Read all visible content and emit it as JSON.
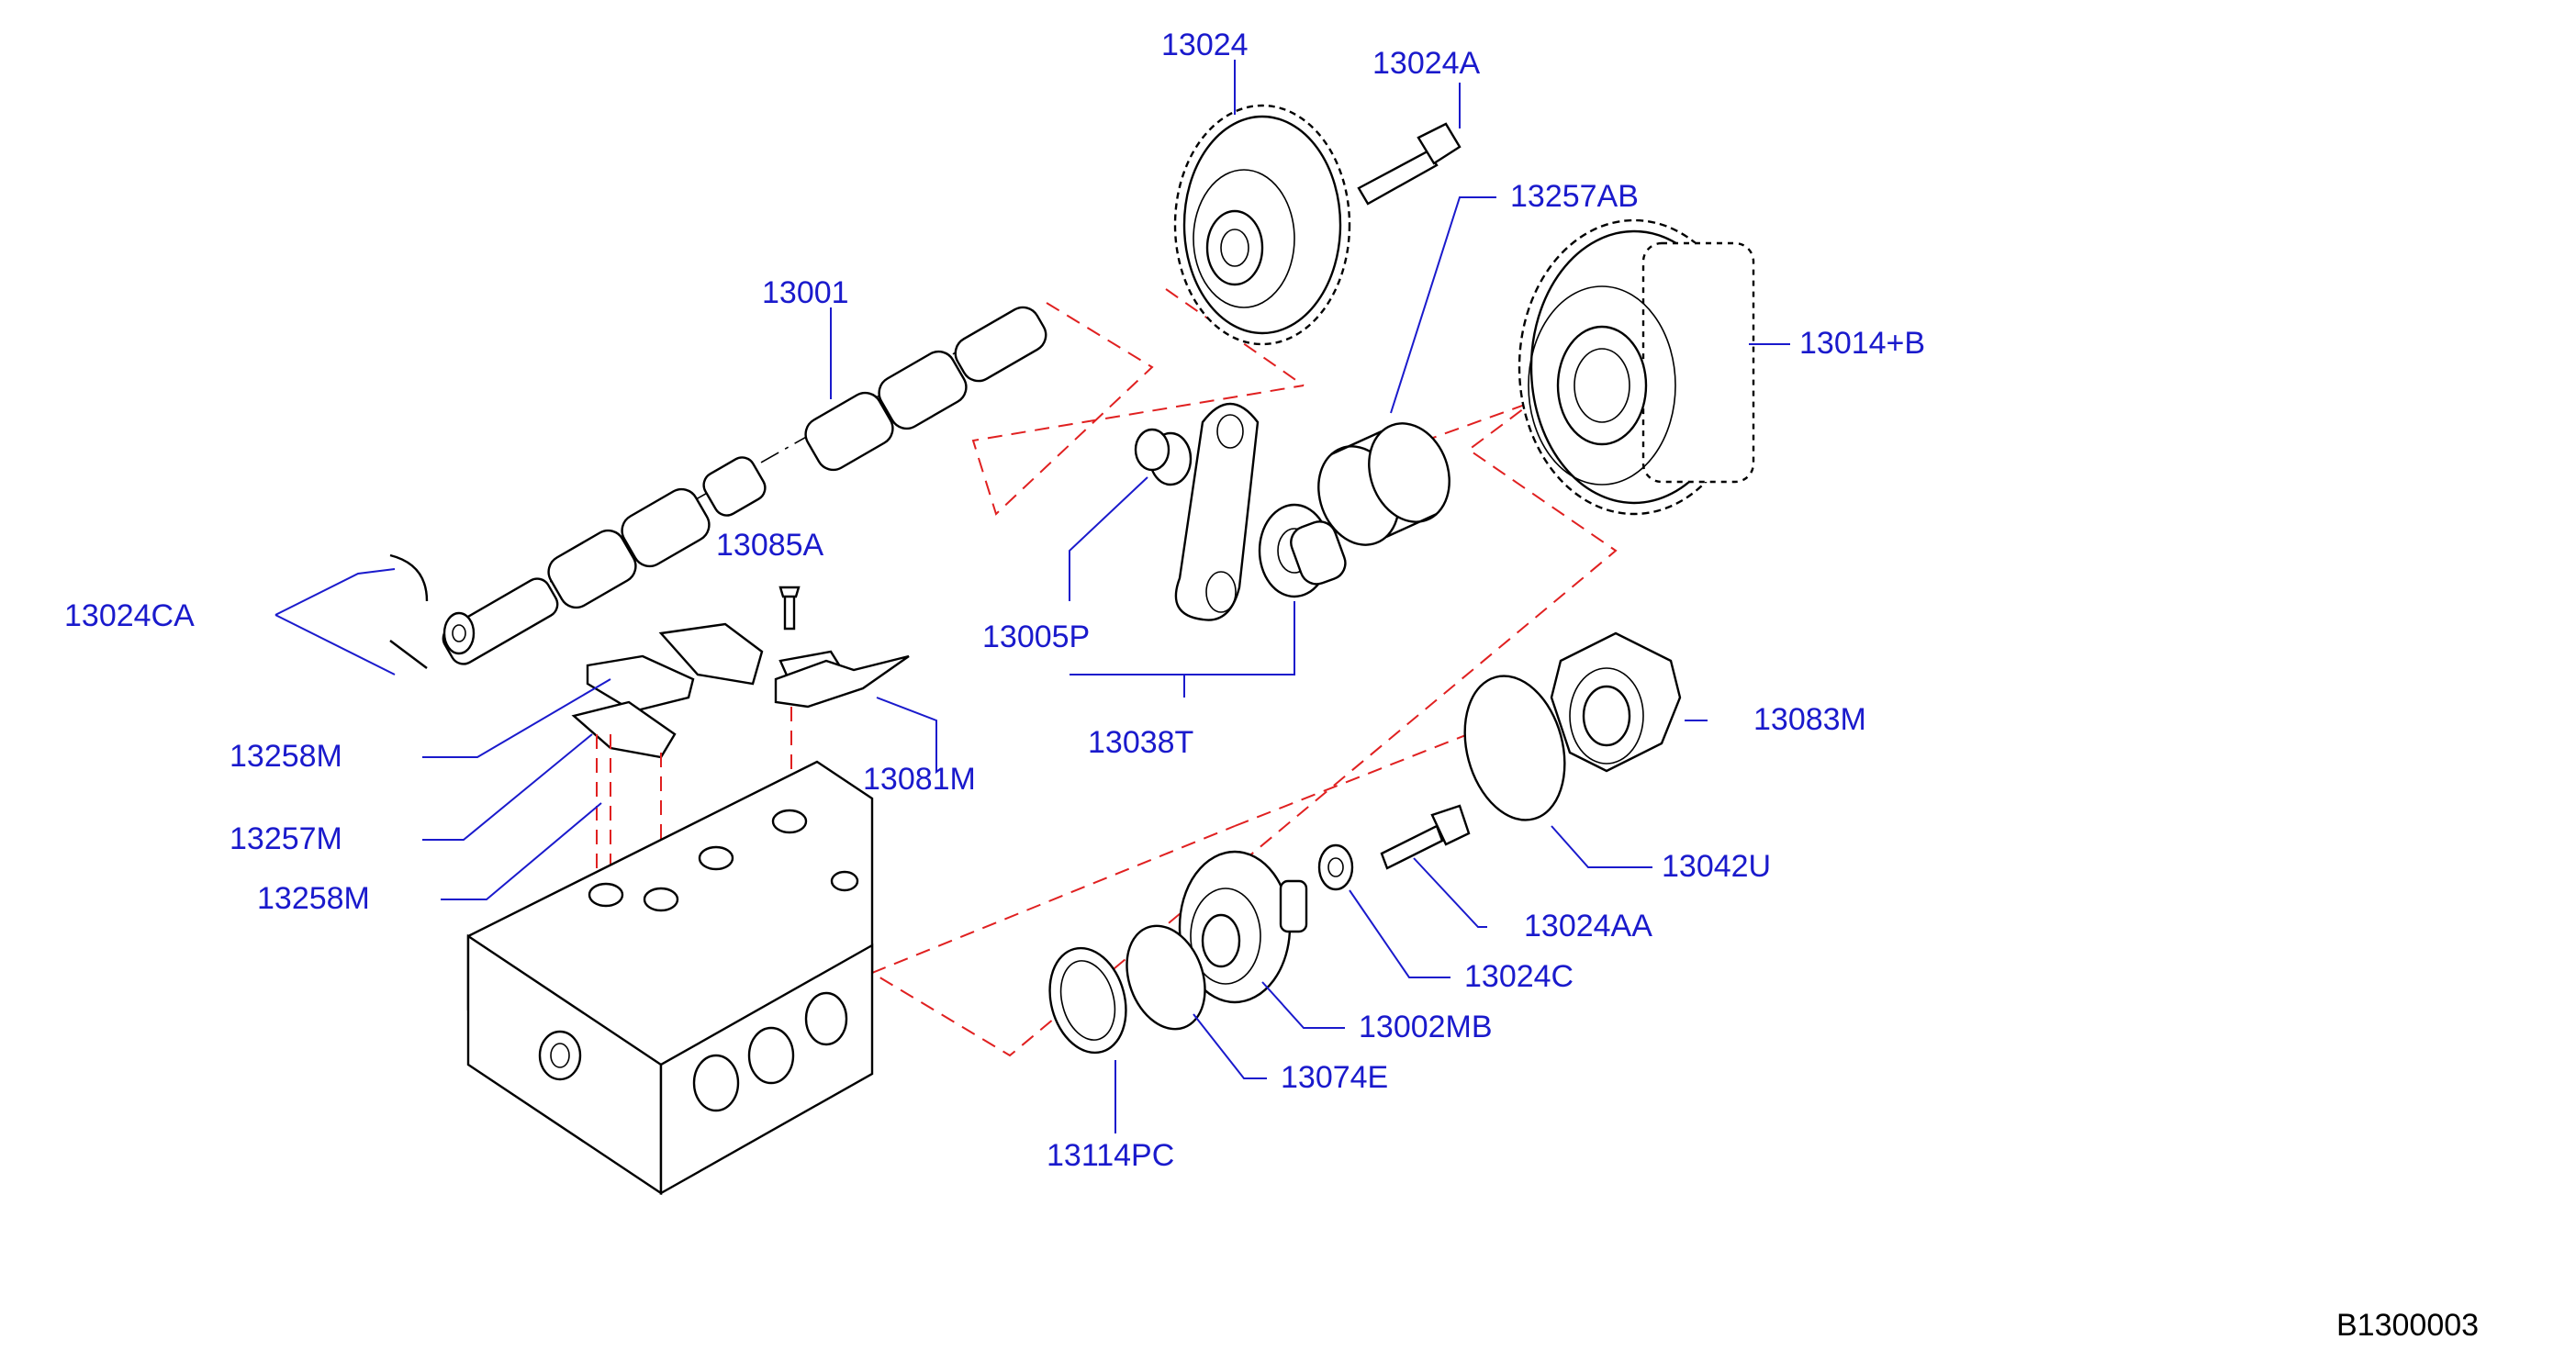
{
  "diagram": {
    "reference_code": "B1300003",
    "labels": {
      "p13024": "13024",
      "p13024A": "13024A",
      "p13257AB": "13257AB",
      "p13014B": "13014+B",
      "p13001": "13001",
      "p13085A": "13085A",
      "p13024CA": "13024CA",
      "p13005P": "13005P",
      "p13258M_top": "13258M",
      "p13081M": "13081M",
      "p13038T": "13038T",
      "p13257M": "13257M",
      "p13258M_bottom": "13258M",
      "p13083M": "13083M",
      "p13042U": "13042U",
      "p13024AA": "13024AA",
      "p13024C": "13024C",
      "p13002MB": "13002MB",
      "p13074E": "13074E",
      "p13114PC": "13114PC"
    },
    "colors": {
      "label_text": "#1a1acc",
      "leader_line": "#1a1acc",
      "part_outline": "#000000",
      "alignment_dash": "#e02020",
      "background": "#ffffff"
    }
  }
}
